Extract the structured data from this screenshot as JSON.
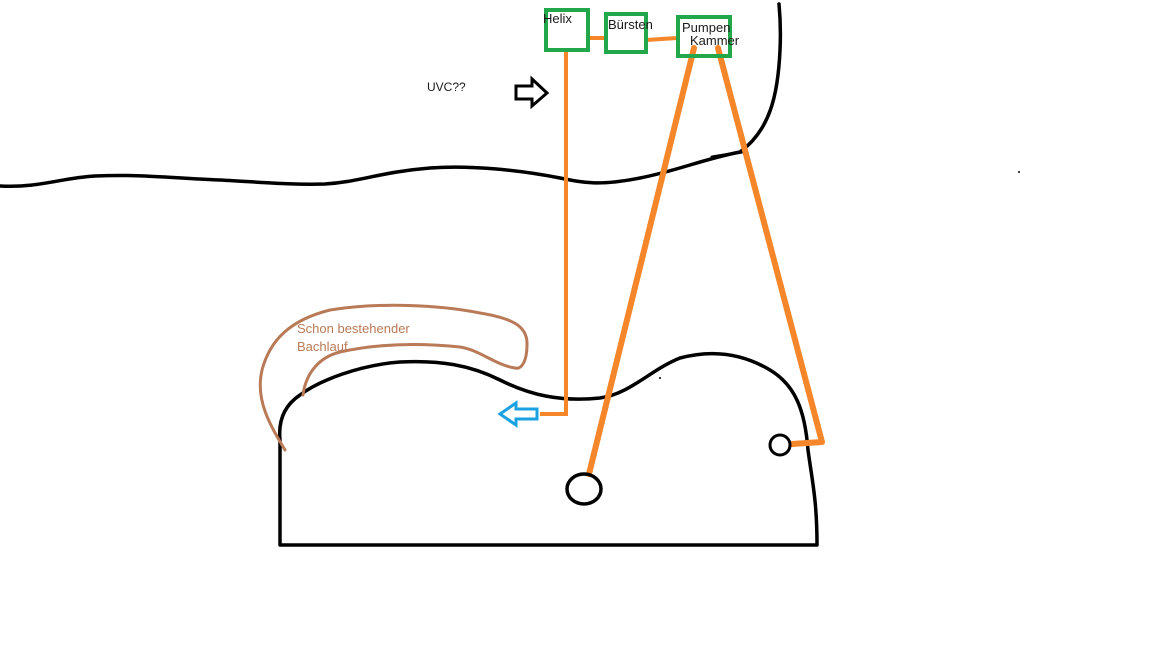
{
  "labels": {
    "helix": "Helix",
    "buersten": "Bürsten",
    "pumpen": "Pumpen",
    "kammer": "Kammer",
    "uvc": "UVC??",
    "bachlauf_line1": "Schon bestehender",
    "bachlauf_line2": "Bachlauf"
  },
  "colors": {
    "outline": "#000000",
    "pipe": "#f5862a",
    "box": "#22a84a",
    "stream": "#b97a57",
    "outflow_arrow": "#1ba1e2"
  },
  "icons": {
    "uvc_arrow": "arrow-right-icon",
    "outflow_arrow": "arrow-left-icon"
  }
}
